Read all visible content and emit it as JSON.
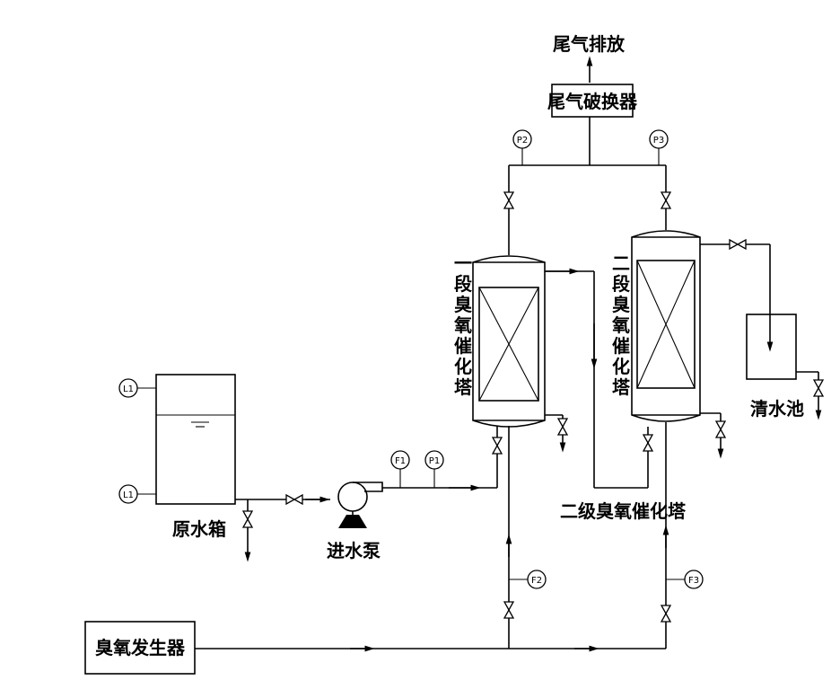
{
  "labels": {
    "exhaust_emission": "尾气排放",
    "exhaust_breaker": "尾气破换器",
    "tower1": "一段臭氧催化塔",
    "tower2": "二段臭氧催化塔",
    "tower2_label_bottom": "二级臭氧催化塔",
    "clear_water_pool": "清水池",
    "raw_water_tank": "原水箱",
    "feed_pump": "进水泵",
    "ozone_generator": "臭氧发生器"
  },
  "instruments": {
    "p2": "P2",
    "p3": "P3",
    "p1": "P1",
    "f1": "F1",
    "f2": "F2",
    "f3": "F3",
    "l1_top": "L1",
    "l1_bottom": "L1"
  }
}
